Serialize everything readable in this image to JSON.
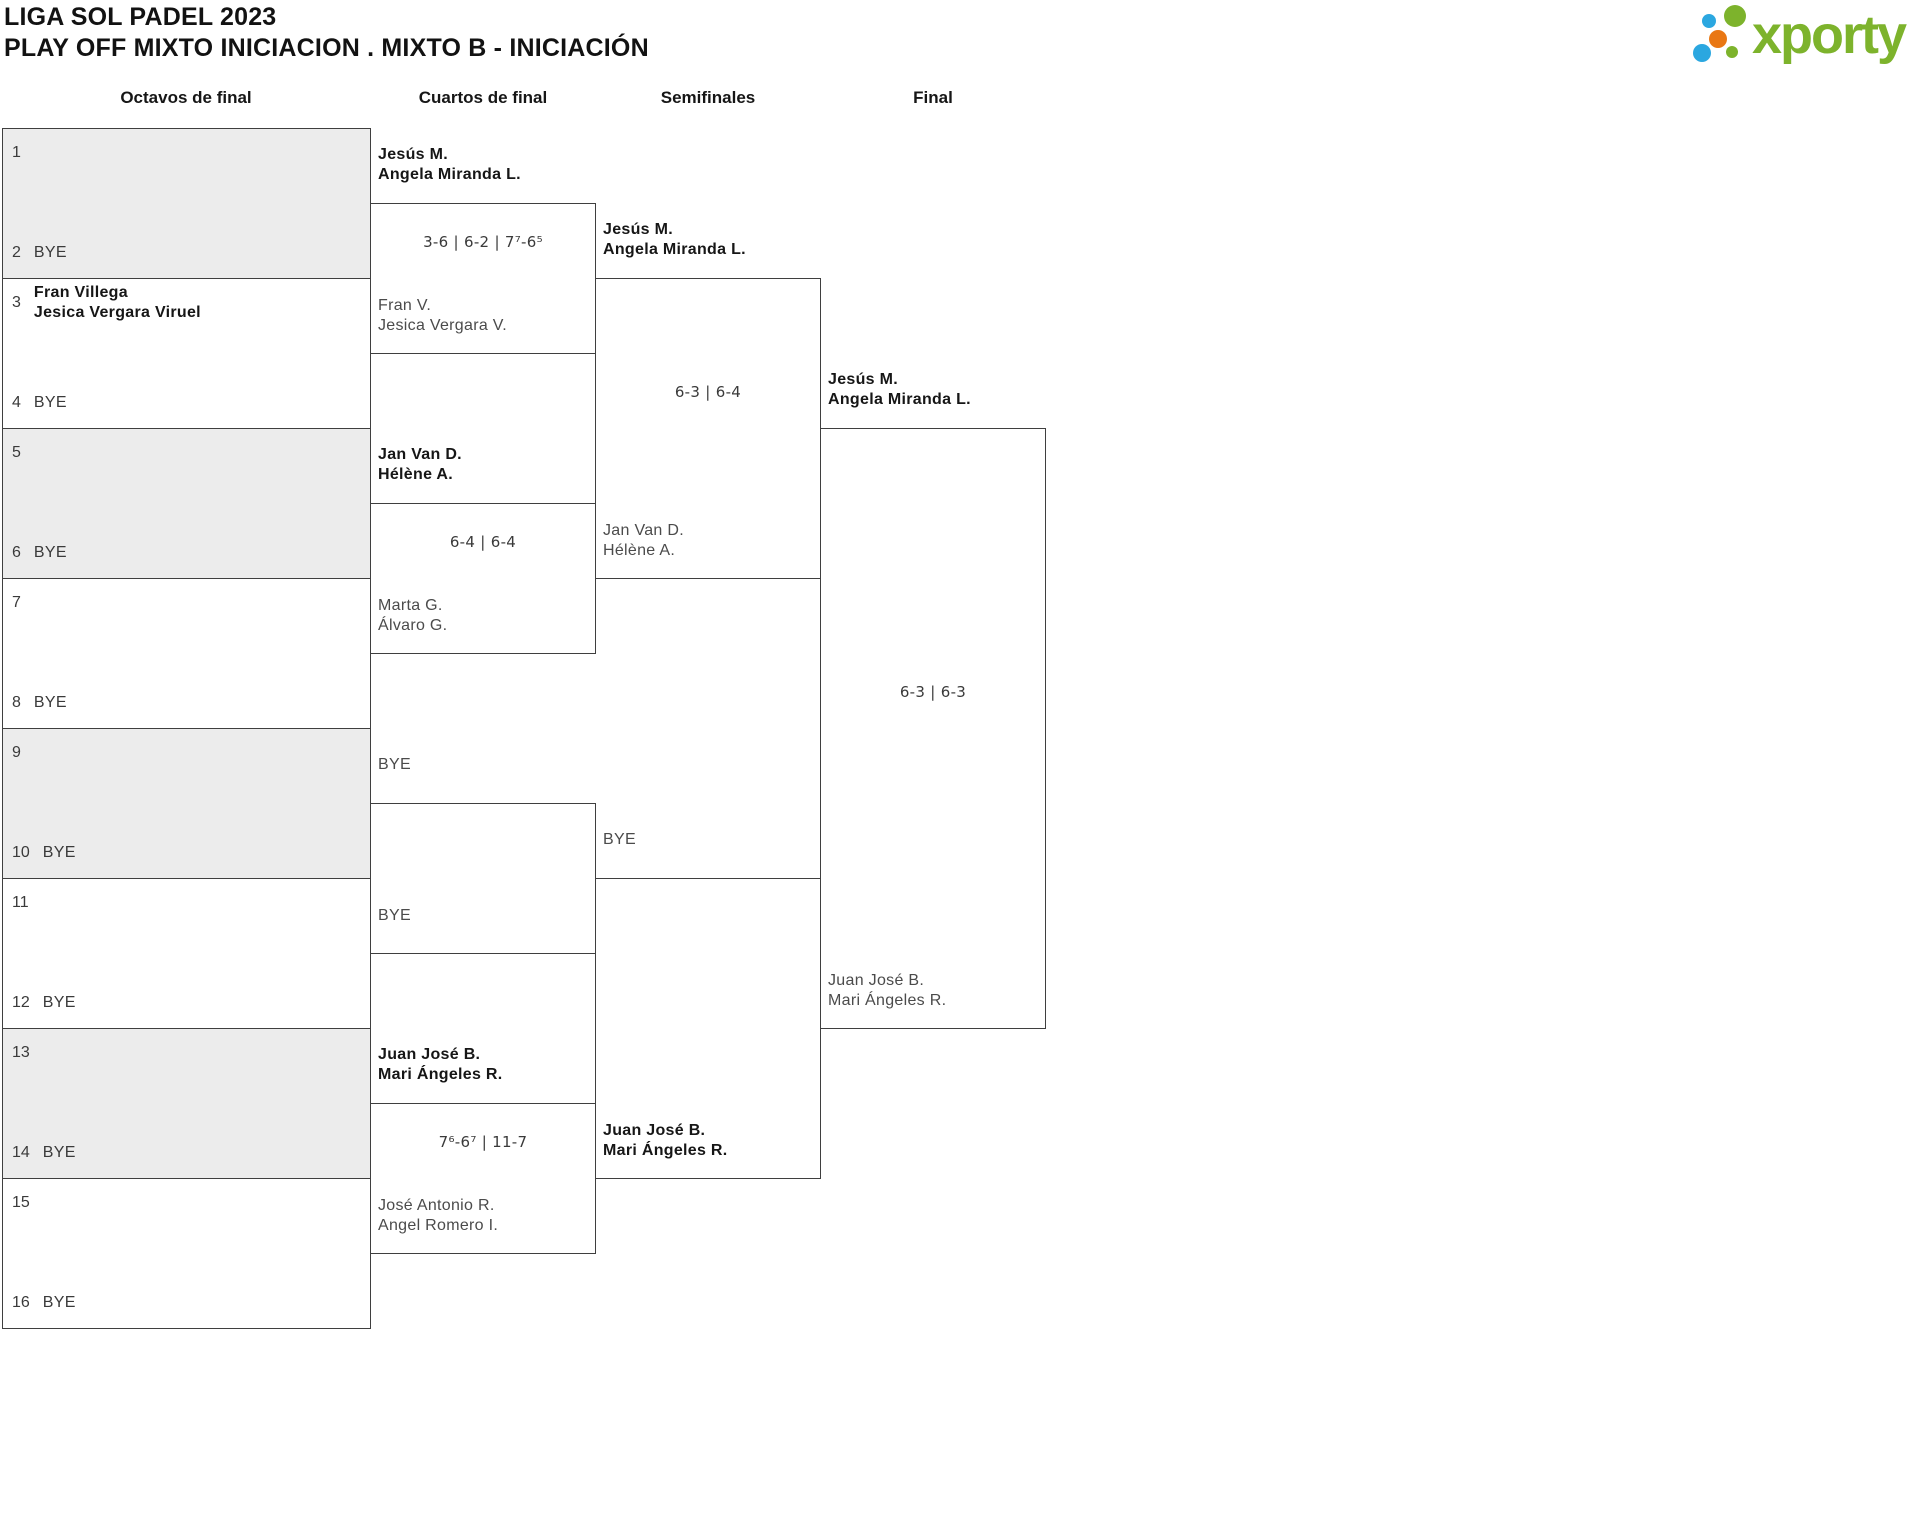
{
  "page": {
    "title_line1": "LIGA SOL PADEL 2023",
    "title_line2": "PLAY OFF MIXTO INICIACION . MIXTO B - INICIACIÓN"
  },
  "logo": {
    "text": "xporty",
    "green": "#7db32c",
    "blue": "#2ba7e0",
    "orange": "#e97713"
  },
  "round_headers": [
    "Octavos de final",
    "Cuartos de final",
    "Semifinales",
    "Final"
  ],
  "round16": [
    {
      "shaded": true,
      "slots": [
        {
          "seed": "1",
          "name": [],
          "winner": false
        },
        {
          "seed": "2",
          "name": [
            "BYE"
          ],
          "winner": false
        }
      ]
    },
    {
      "shaded": false,
      "slots": [
        {
          "seed": "3",
          "name": [
            "Fran Villega",
            "Jesica Vergara Viruel"
          ],
          "winner": true
        },
        {
          "seed": "4",
          "name": [
            "BYE"
          ],
          "winner": false
        }
      ]
    },
    {
      "shaded": true,
      "slots": [
        {
          "seed": "5",
          "name": [],
          "winner": false
        },
        {
          "seed": "6",
          "name": [
            "BYE"
          ],
          "winner": false
        }
      ]
    },
    {
      "shaded": false,
      "slots": [
        {
          "seed": "7",
          "name": [],
          "winner": false
        },
        {
          "seed": "8",
          "name": [
            "BYE"
          ],
          "winner": false
        }
      ]
    },
    {
      "shaded": true,
      "slots": [
        {
          "seed": "9",
          "name": [],
          "winner": false
        },
        {
          "seed": "10",
          "name": [
            "BYE"
          ],
          "winner": false
        }
      ]
    },
    {
      "shaded": false,
      "slots": [
        {
          "seed": "11",
          "name": [],
          "winner": false
        },
        {
          "seed": "12",
          "name": [
            "BYE"
          ],
          "winner": false
        }
      ]
    },
    {
      "shaded": true,
      "slots": [
        {
          "seed": "13",
          "name": [],
          "winner": false
        },
        {
          "seed": "14",
          "name": [
            "BYE"
          ],
          "winner": false
        }
      ]
    },
    {
      "shaded": false,
      "slots": [
        {
          "seed": "15",
          "name": [],
          "winner": false
        },
        {
          "seed": "16",
          "name": [
            "BYE"
          ],
          "winner": false
        }
      ]
    }
  ],
  "quarterfinals": [
    {
      "top": {
        "name": [
          "Jesús M.",
          "Angela Miranda L."
        ],
        "winner": true
      },
      "bottom": {
        "name": [
          "Fran V.",
          "Jesica Vergara V."
        ],
        "winner": false
      },
      "score": "3-6 | 6-2 | 7⁷-6⁵"
    },
    {
      "top": {
        "name": [
          "Jan Van D.",
          "Hélène A."
        ],
        "winner": true
      },
      "bottom": {
        "name": [
          "Marta G.",
          "Álvaro G."
        ],
        "winner": false
      },
      "score": "6-4 | 6-4"
    },
    {
      "top": {
        "name": [
          "BYE"
        ],
        "winner": false
      },
      "bottom": {
        "name": [
          "BYE"
        ],
        "winner": false
      },
      "score": ""
    },
    {
      "top": {
        "name": [
          "Juan José B.",
          "Mari Ángeles R."
        ],
        "winner": true
      },
      "bottom": {
        "name": [
          "José Antonio R.",
          "Angel Romero I."
        ],
        "winner": false
      },
      "score": "7⁶-6⁷ | 11-7"
    }
  ],
  "semifinals": [
    {
      "top": {
        "name": [
          "Jesús M.",
          "Angela Miranda L."
        ],
        "winner": true
      },
      "bottom": {
        "name": [
          "Jan Van D.",
          "Hélène A."
        ],
        "winner": false
      },
      "score": "6-3 | 6-4"
    },
    {
      "top": {
        "name": [
          "BYE"
        ],
        "winner": false
      },
      "bottom": {
        "name": [
          "Juan José B.",
          "Mari Ángeles R."
        ],
        "winner": true
      },
      "score": ""
    }
  ],
  "final": [
    {
      "top": {
        "name": [
          "Jesús M.",
          "Angela Miranda L."
        ],
        "winner": true
      },
      "bottom": {
        "name": [
          "Juan José B.",
          "Mari Ángeles R."
        ],
        "winner": false
      },
      "score": "6-3 | 6-3"
    }
  ]
}
